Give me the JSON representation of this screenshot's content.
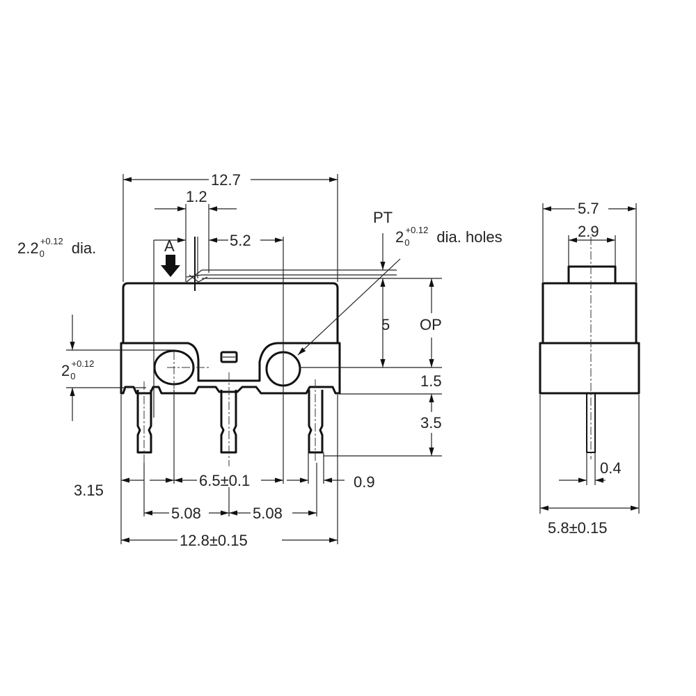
{
  "front_view": {
    "width_top": "12.7",
    "lever_offset": "1.2",
    "actuator_to_hole": "5.2",
    "actuation_point_label": "A",
    "pt_label": "PT",
    "hole_spec": {
      "nominal": "2",
      "lower_tol": "0",
      "upper_tol": "+0.12",
      "suffix": "dia. holes"
    },
    "mount_hole_spec": {
      "nominal": "2.2",
      "lower_tol": "0",
      "upper_tol": "+0.12",
      "suffix": "dia."
    },
    "hole_height_spec": {
      "nominal": "2",
      "lower_tol": "0",
      "upper_tol": "+0.12"
    },
    "height_5": "5",
    "op_label": "OP",
    "dim_1_5": "1.5",
    "dim_3_5": "3.5",
    "dim_3_15": "3.15",
    "hole_pitch": "6.5±0.1",
    "dim_0_9": "0.9",
    "pin_pitch_left": "5.08",
    "pin_pitch_right": "5.08",
    "width_bottom": "12.8±0.15"
  },
  "side_view": {
    "width_top": "5.7",
    "plunger_width": "2.9",
    "pin_width": "0.4",
    "width_bottom": "5.8±0.15"
  }
}
